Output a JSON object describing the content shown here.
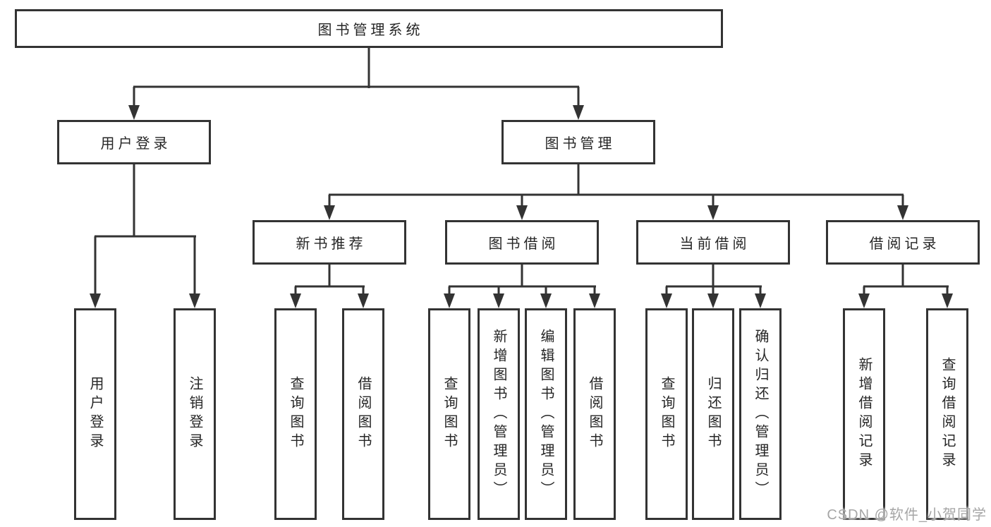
{
  "root": {
    "label": "图书管理系统"
  },
  "branches": {
    "user_login": {
      "label": "用户登录",
      "children": {
        "login": "用户登录",
        "logout": "注销登录"
      }
    },
    "book_mgmt": {
      "label": "图书管理",
      "sections": {
        "new_book": {
          "label": "新书推荐",
          "children": {
            "query": "查询图书",
            "borrow": "借阅图书"
          }
        },
        "borrowing": {
          "label": "图书借阅",
          "children": {
            "query": "查询图书",
            "add": "新增图书（管理员）",
            "edit": "编辑图书（管理员）",
            "borrow": "借阅图书"
          }
        },
        "current": {
          "label": "当前借阅",
          "children": {
            "query": "查询图书",
            "return": "归还图书",
            "confirm": "确认归还（管理员）"
          }
        },
        "records": {
          "label": "借阅记录",
          "children": {
            "add": "新增借阅记录",
            "query": "查询借阅记录"
          }
        }
      }
    }
  },
  "watermark": "CSDN @软件_小贺同学",
  "colors": {
    "line": "#333333",
    "text": "#262626",
    "watermark": "#a6a6a6",
    "background": "#ffffff"
  }
}
